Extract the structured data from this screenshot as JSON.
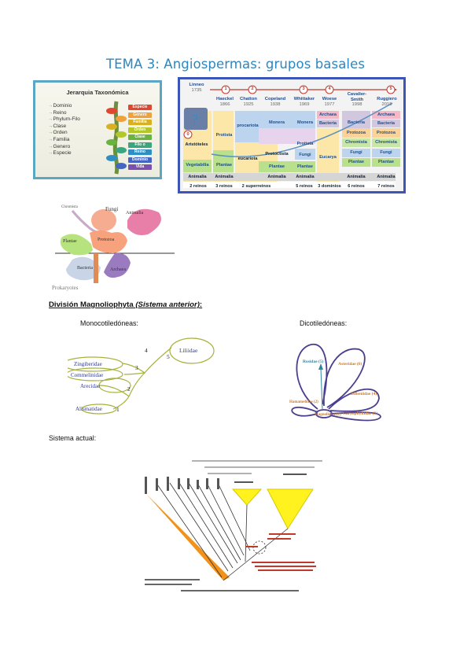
{
  "title": "TEMA 3: Angiospermas: grupos basales",
  "taxonomy": {
    "title": "Jerarquia Taxonómica",
    "list": [
      "Dominio",
      "Reino",
      "Phylum-Filo",
      "Clase",
      "Orden",
      "Familia",
      "Genero",
      "Especie"
    ],
    "stack": [
      "Especie",
      "Género",
      "Familia",
      "Orden",
      "Clase",
      "Filo o División",
      "Reino",
      "Dominio",
      "Vida"
    ],
    "stack_colors": [
      "#e0472f",
      "#f0a13a",
      "#d9b021",
      "#b4c729",
      "#69b33f",
      "#39a680",
      "#2f8ec4",
      "#4466c2",
      "#7d4fb0"
    ]
  },
  "kingdoms": {
    "headers": [
      {
        "num": "",
        "name": "Linneo",
        "year": "1735"
      },
      {
        "num": "1",
        "name": "Haeckel",
        "year": "1866"
      },
      {
        "num": "2",
        "name": "Chatton",
        "year": "1925"
      },
      {
        "num": "",
        "name": "Copeland",
        "year": "1938"
      },
      {
        "num": "3",
        "name": "Whittaker",
        "year": "1969"
      },
      {
        "num": "4",
        "name": "Woese",
        "year": "1977"
      },
      {
        "num": "",
        "name": "Cavalier-Smith",
        "year": "1998"
      },
      {
        "num": "5",
        "name": "Ruggiero",
        "year": "2015"
      }
    ],
    "zero": "0",
    "aristoteles": "Aristóteles",
    "cells": {
      "vegetabilia": "Vegetabilia",
      "animalia": "Animalia",
      "protista": "Protista",
      "plantae": "Plantae",
      "procariota": "procariota",
      "eucariota": "eucariota",
      "monera": "Monera",
      "protoctista": "Protoctista",
      "fungi": "Fungi",
      "archaea": "Archaea",
      "bacteria": "Bacteria",
      "eucarya": "Eucarya",
      "protozoa": "Protozoa",
      "chromista": "Chromista"
    },
    "footer": [
      "2 reinos",
      "3 reinos",
      "2 superreinos",
      "5 reinos",
      "3 dominios",
      "6 reinos",
      "7 reinos"
    ]
  },
  "tree_of_life": {
    "labels": {
      "fungi": "Fungi",
      "animalia": "Animalia",
      "plantae": "Plantae",
      "protozoa": "Protozoa",
      "bacteria": "Bacteria",
      "archaea": "Archaea",
      "chromista": "Chromista",
      "prokaryotes": "Prokaryotes"
    }
  },
  "section": {
    "prefix": "División Magnoliophyta ",
    "italic": "(Sistema anterior)",
    "suffix": ":"
  },
  "mono": {
    "label": "Monocotiledóneas:",
    "groups": [
      "Liliidae",
      "Zingiberidae",
      "Commelinidae",
      "Arecidae",
      "Alismatidae"
    ],
    "numbers": [
      "1",
      "2",
      "3",
      "4",
      "5"
    ]
  },
  "dico": {
    "label": "Dicotiledóneas:",
    "groups": [
      "Rosidae (5)",
      "Asteridae (6)",
      "Dilleniidae (4)",
      "Hamamelidae (2)",
      "Magnoliidae (1)",
      "Caryophyllidae (3)"
    ]
  },
  "actual": {
    "label": "Sistema actual:"
  },
  "colors": {
    "title": "#2e86c1",
    "border": "#3d55b6",
    "orange": "#f39219",
    "yellow": "#fff21f",
    "mono_line": "#a7b23b",
    "dico_line": "#4b3d8f"
  }
}
